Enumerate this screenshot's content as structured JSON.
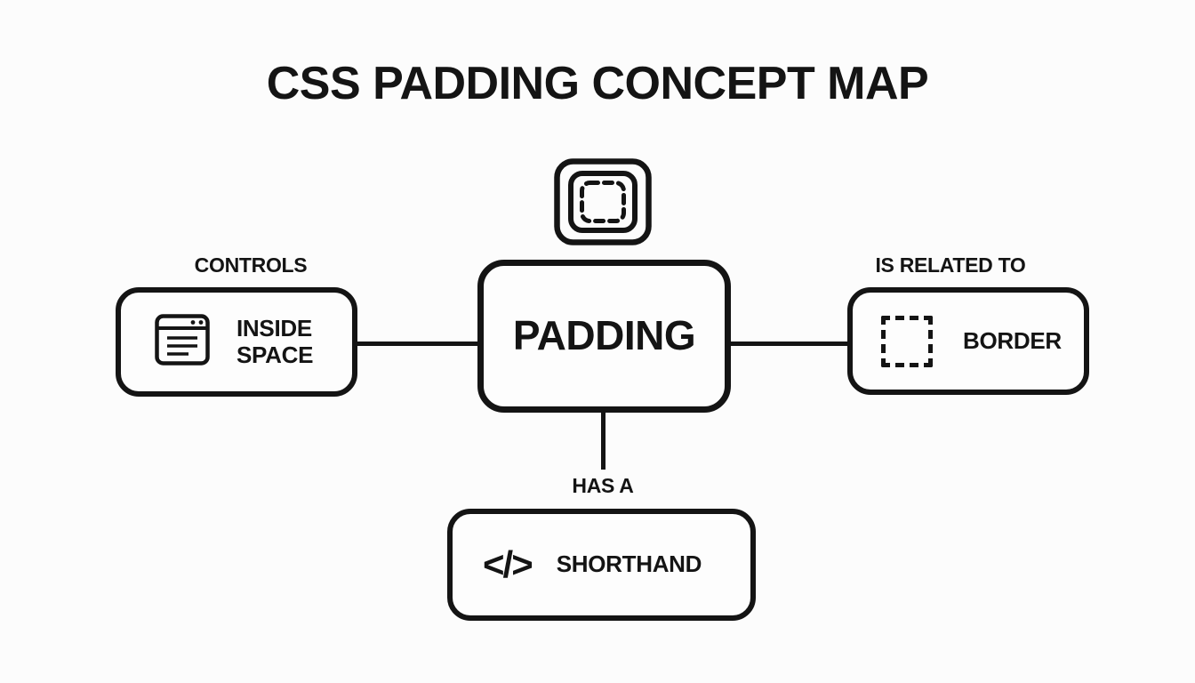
{
  "title": "CSS PADDING CONCEPT MAP",
  "colors": {
    "ink": "#141414",
    "background": "#fcfcfc"
  },
  "center_node": {
    "label": "PADDING",
    "icon": "padding-layers-icon"
  },
  "relations": {
    "left": "CONTROLS",
    "right": "IS RELATED TO",
    "bottom": "HAS A"
  },
  "nodes": {
    "left": {
      "label": "INSIDE SPACE",
      "icon": "browser-window-icon"
    },
    "right": {
      "label": "BORDER",
      "icon": "dashed-square-icon"
    },
    "bottom": {
      "label": "SHORTHAND",
      "icon": "code-icon",
      "icon_glyph": "</>"
    }
  }
}
